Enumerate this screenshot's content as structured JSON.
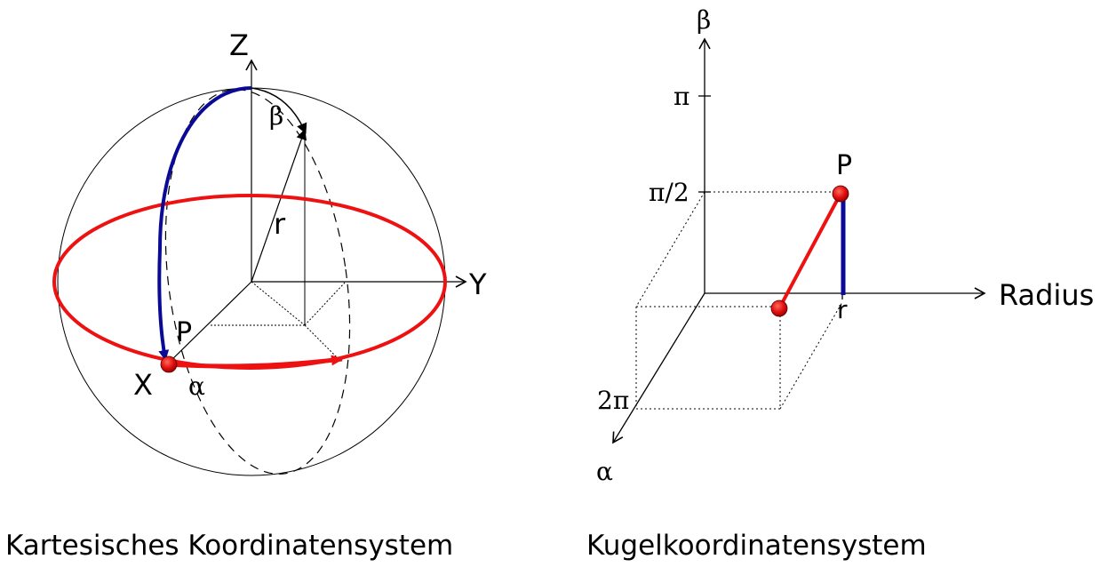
{
  "left_diagram": {
    "z_label": "Z",
    "y_label": "Y",
    "x_label": "X",
    "p_label": "P",
    "r_label": "r",
    "alpha_label": "α",
    "beta_label": "β",
    "caption": "Kartesisches Koordinatensystem"
  },
  "right_diagram": {
    "beta_axis_label": "β",
    "alpha_axis_label": "α",
    "radius_axis_label": "Radius",
    "r_tick_label": "r",
    "pi_label": "π",
    "pi_half_label": "π/2",
    "two_pi_label": "2π",
    "p_label": "P",
    "caption": "Kugelkoordinatensystem"
  },
  "colors": {
    "red": "#ee1111",
    "blue": "#0a0a96",
    "black": "#000000"
  }
}
